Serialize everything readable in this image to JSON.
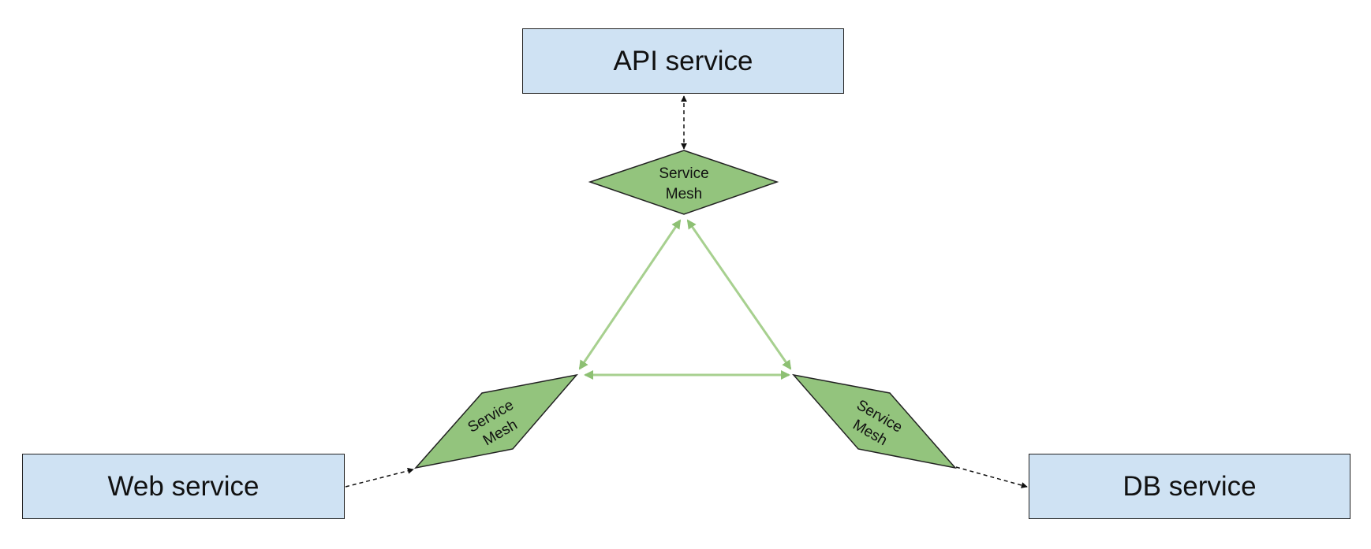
{
  "services": {
    "api": "API service",
    "web": "Web service",
    "db": "DB service"
  },
  "mesh": {
    "top": [
      "Service",
      "Mesh"
    ],
    "left": [
      "Service",
      "Mesh"
    ],
    "right": [
      "Service",
      "Mesh"
    ]
  },
  "colors": {
    "service_fill": "#cfe2f3",
    "mesh_fill": "#93c47d",
    "mesh_link": "#a7d08f",
    "outline": "#222222"
  }
}
